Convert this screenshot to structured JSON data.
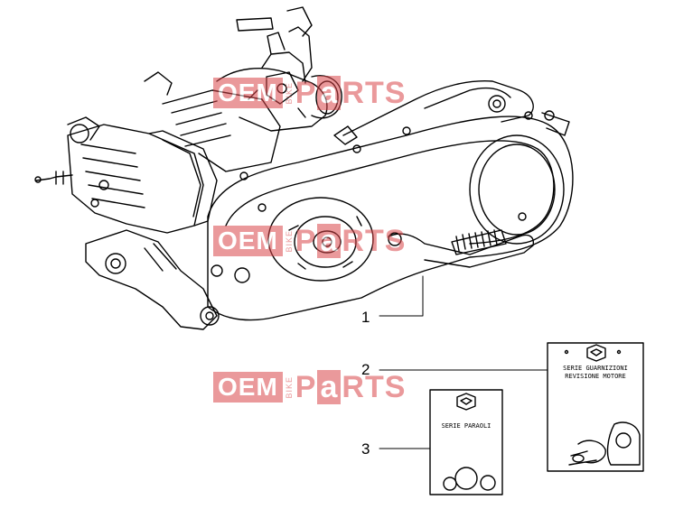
{
  "callouts": {
    "one": "1",
    "two": "2",
    "three": "3"
  },
  "card_large": {
    "line1": "SERIE GUARNIZIONI",
    "line2": "REVISIONE MOTORE"
  },
  "card_small": {
    "line1": "SERIE PARAOLI"
  },
  "watermark": {
    "brand": "OEM",
    "side": "BIKE",
    "p": "P",
    "a": "a",
    "rts": "RTS"
  },
  "colors": {
    "line": "#000000",
    "watermark": "#d9464a"
  }
}
